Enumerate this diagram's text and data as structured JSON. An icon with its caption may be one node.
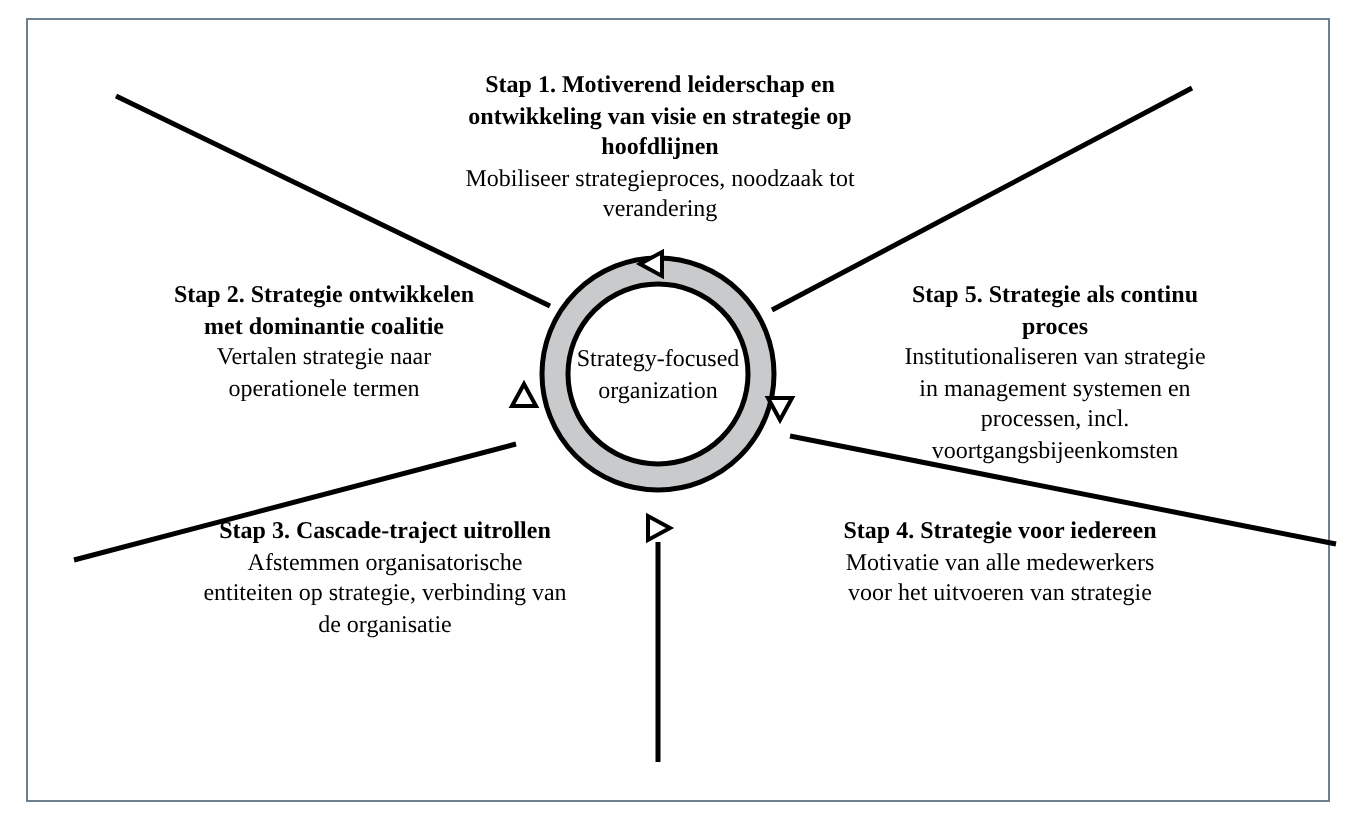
{
  "diagram": {
    "nodes": [
      {
        "text": [
          "Stap 1. Motiverend leiderschap en ontwikkeling van visie en strategie op hoofdlijnen",
          "Mobiliseer strategieproces, noodzaak tot verandering"
        ]
      },
      {
        "text": [
          "Stap 2. Strategie ontwikkelen met dominantie coalitie",
          "Vertalen strategie naar operationele termen"
        ]
      },
      {
        "text": [
          "Strategy-focused organization"
        ]
      },
      {
        "text": [
          "Stap 5. Strategie als continu proces",
          "Institutionaliseren van strategie in management systemen en processen, incl. voortgangsbijeenkomsten"
        ]
      },
      {
        "text": [
          "Stap 3. Cascade-traject uitrollen",
          "Afstemmen organisatorische entiteiten op strategie, verbinding van de organisatie"
        ]
      },
      {
        "text": [
          "Stap 4. Strategie voor iedereen",
          "Motivatie van alle medewerkers voor het uitvoeren van strategie"
        ]
      }
    ]
  }
}
